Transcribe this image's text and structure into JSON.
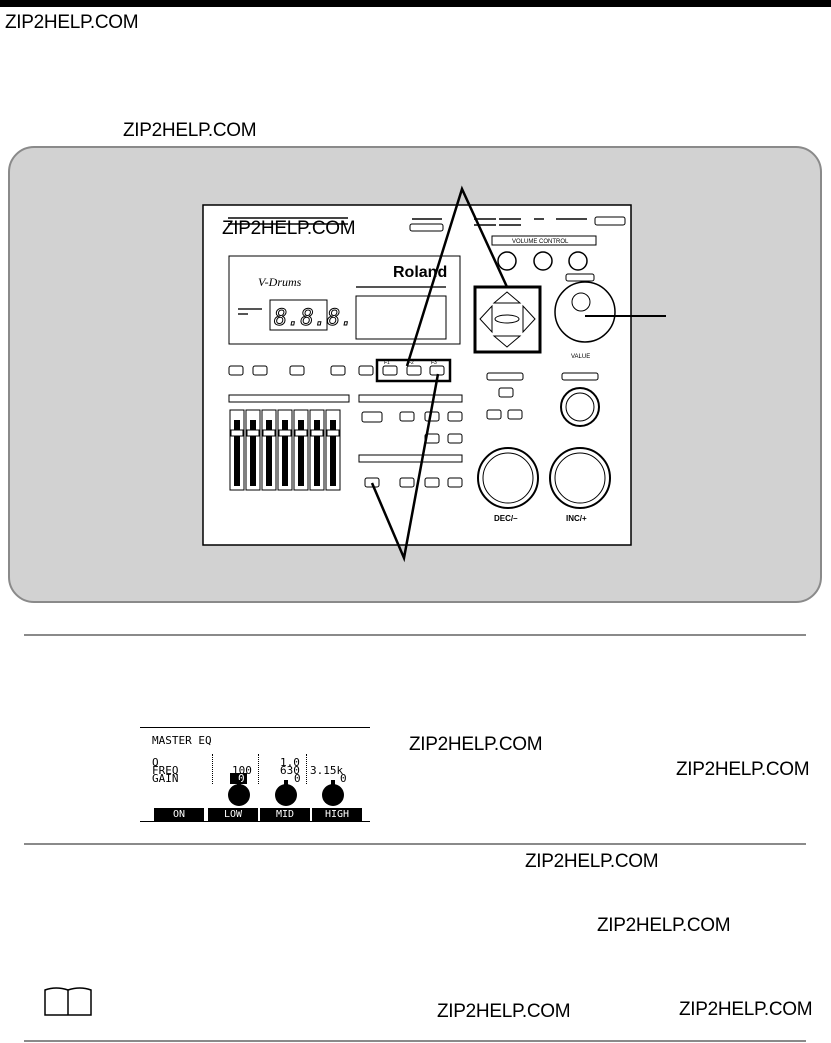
{
  "watermark": "ZIP2HELP.COM",
  "panel": {
    "brand": "Roland",
    "vdrums": "V-Drums",
    "led": "8.8.8.",
    "volume_control": "VOLUME CONTROL",
    "value_label": "VALUE",
    "dec_label": "DEC/–",
    "inc_label": "INC/+",
    "f1": "F1",
    "f2": "F2",
    "f3": "F3"
  },
  "lcd": {
    "title": "MASTER EQ",
    "row_q": "Q",
    "row_freq": "FREQ",
    "row_gain": "GAIN",
    "low_freq": "100",
    "low_gain": "0",
    "mid_q": "1.0",
    "mid_freq": "630",
    "mid_gain": "0",
    "high_freq": "3.15k",
    "high_gain": "0",
    "tabs": [
      "ON",
      "LOW",
      "MID",
      "HIGH"
    ]
  }
}
